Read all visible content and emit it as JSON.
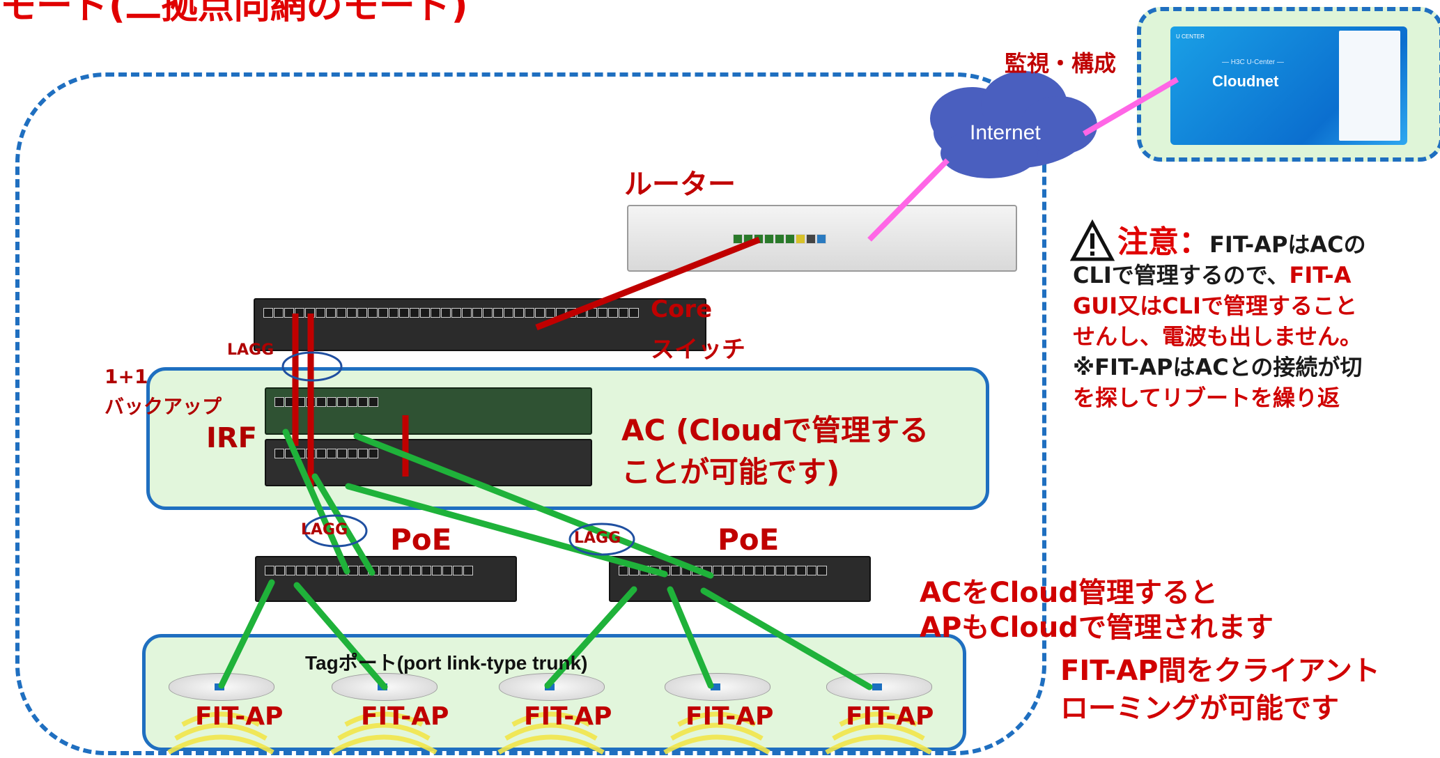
{
  "heading": "モード(二拠点同網のモード)",
  "cloud": {
    "monitor_label": "監視・構成",
    "internet_label": "Internet",
    "screen": {
      "logo": "U CENTER",
      "subtitle": "— H3C U-Center —",
      "title": "Cloudnet"
    }
  },
  "devices": {
    "router_label": "ルーター",
    "core_label_1": "Core",
    "core_label_2": "スイッチ",
    "lagg_1": "LAGG",
    "lagg_2": "LAGG",
    "lagg_3": "LAGG",
    "backup_1": "1+1",
    "backup_2": "バックアップ",
    "irf": "IRF",
    "ac_label_1": "AC (Cloudで管理する",
    "ac_label_2": "ことが可能です)",
    "poe_1": "PoE",
    "poe_2": "PoE",
    "tag_port": "Tagポート(port link-type trunk)",
    "aps": [
      "FIT-AP",
      "FIT-AP",
      "FIT-AP",
      "FIT-AP",
      "FIT-AP"
    ]
  },
  "note": {
    "title": "注意：",
    "line1_rest": "FIT-APはACの",
    "line2_a": "CLIで管理するので、",
    "line2_b": "FIT-A",
    "line3": "GUI又はCLIで管理すること",
    "line4": "せんし、電波も出しません。",
    "line5": "※FIT-APはACとの接続が切",
    "line6": "を探してリブートを繰り返"
  },
  "captions": {
    "cloud_mgmt_1": "ACをCloud管理すると",
    "cloud_mgmt_2": "APもCloudで管理されます",
    "roaming_1": "FIT-AP間をクライアント",
    "roaming_2": "ローミングが可能です"
  },
  "colors": {
    "frame_blue": "#1f6fc0",
    "panel_green": "#e2f6dc",
    "link_green": "#1fb23a",
    "link_red": "#c00000",
    "link_pink": "#ff66e6",
    "cloud_purple": "#4a5fbf",
    "text_red": "#c00000"
  }
}
